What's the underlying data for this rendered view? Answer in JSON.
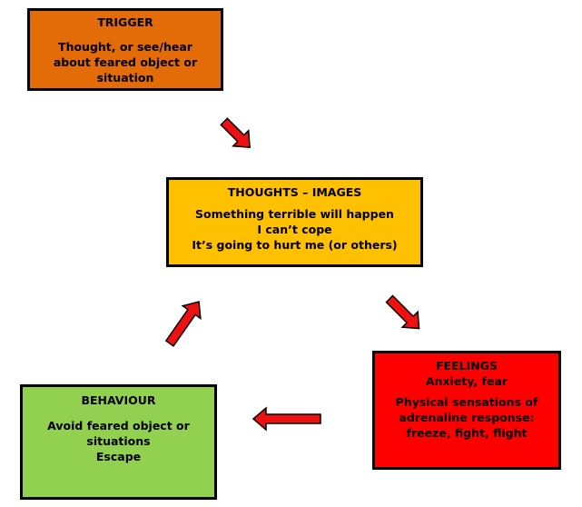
{
  "trigger": {
    "title": "TRIGGER",
    "lines": [
      "Thought, or see/hear",
      "about feared object or",
      "situation"
    ],
    "color": "#e36c09"
  },
  "thoughts": {
    "title": "THOUGHTS – IMAGES",
    "lines": [
      "Something terrible will happen",
      "I can’t cope",
      "It’s going to hurt me (or others)"
    ],
    "color": "#ffc000"
  },
  "feelings": {
    "title": "FEELINGS",
    "lines": [
      "Anxiety, fear"
    ],
    "lines2": [
      "Physical sensations of",
      "adrenaline response:",
      "freeze, fight, flight"
    ],
    "color": "#ff0000"
  },
  "behaviour": {
    "title": "BEHAVIOUR",
    "lines": [
      "Avoid feared object or",
      "situations",
      "Escape"
    ],
    "color": "#92d050"
  },
  "arrow_color": "#ee1111"
}
